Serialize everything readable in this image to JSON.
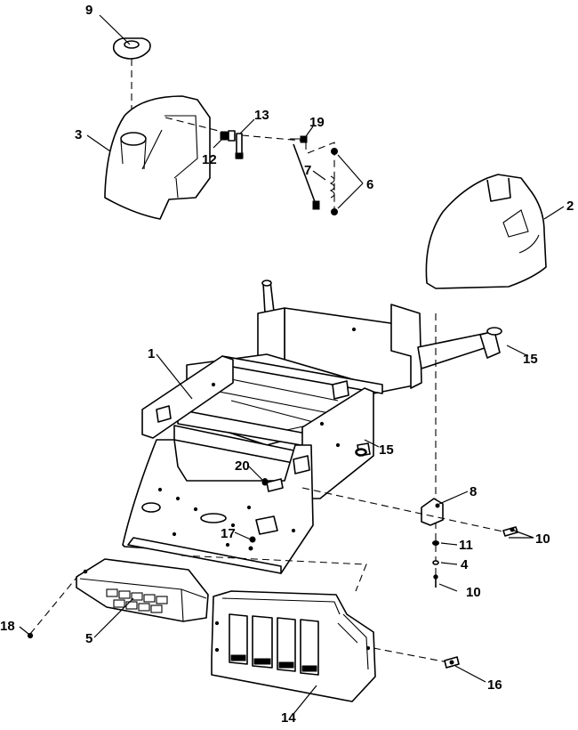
{
  "callouts": {
    "c1": "1",
    "c2": "2",
    "c3": "3",
    "c4": "4",
    "c5": "5",
    "c6": "6",
    "c7": "7",
    "c8": "8",
    "c9": "9",
    "c10a": "10",
    "c10b": "10",
    "c11": "11",
    "c12": "12",
    "c13": "13",
    "c14": "14",
    "c15a": "15",
    "c15b": "15",
    "c16": "16",
    "c17": "17",
    "c18": "18",
    "c19": "19",
    "c20": "20"
  },
  "colors": {
    "ink": "#000000",
    "paper": "#ffffff"
  }
}
